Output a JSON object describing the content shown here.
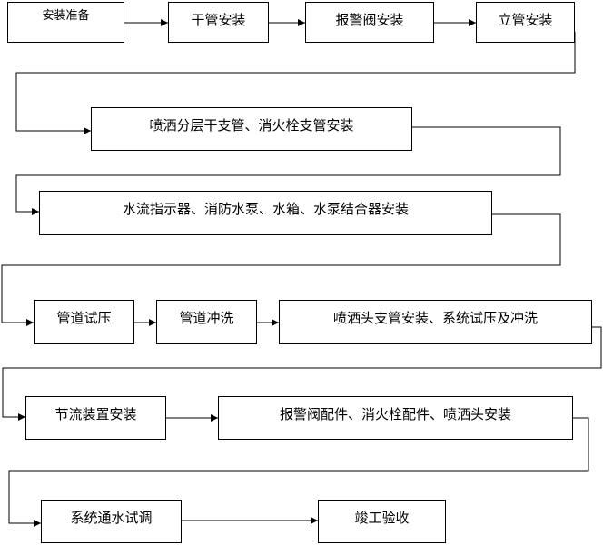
{
  "steps": {
    "prep": "安装准备",
    "main_pipe": "干管安装",
    "alarm_valve": "报警阀安装",
    "riser": "立管安装",
    "branch_hydrant": "喷洒分层干支管、消火栓支管安装",
    "pumps_tanks": "水流指示器、消防水泵、水箱、水泵结合器安装",
    "pressure_test": "管道试压",
    "flushing": "管道冲洗",
    "sprinkler_branch": "喷洒头支管安装、系统试压及冲洗",
    "throttle": "节流装置安装",
    "fittings": "报警阀配件、消火栓配件、喷洒头安装",
    "commissioning": "系统通水试调",
    "acceptance": "竣工验收"
  },
  "colors": {
    "line": "#000000",
    "box_border": "#000000",
    "background": "#ffffff"
  }
}
